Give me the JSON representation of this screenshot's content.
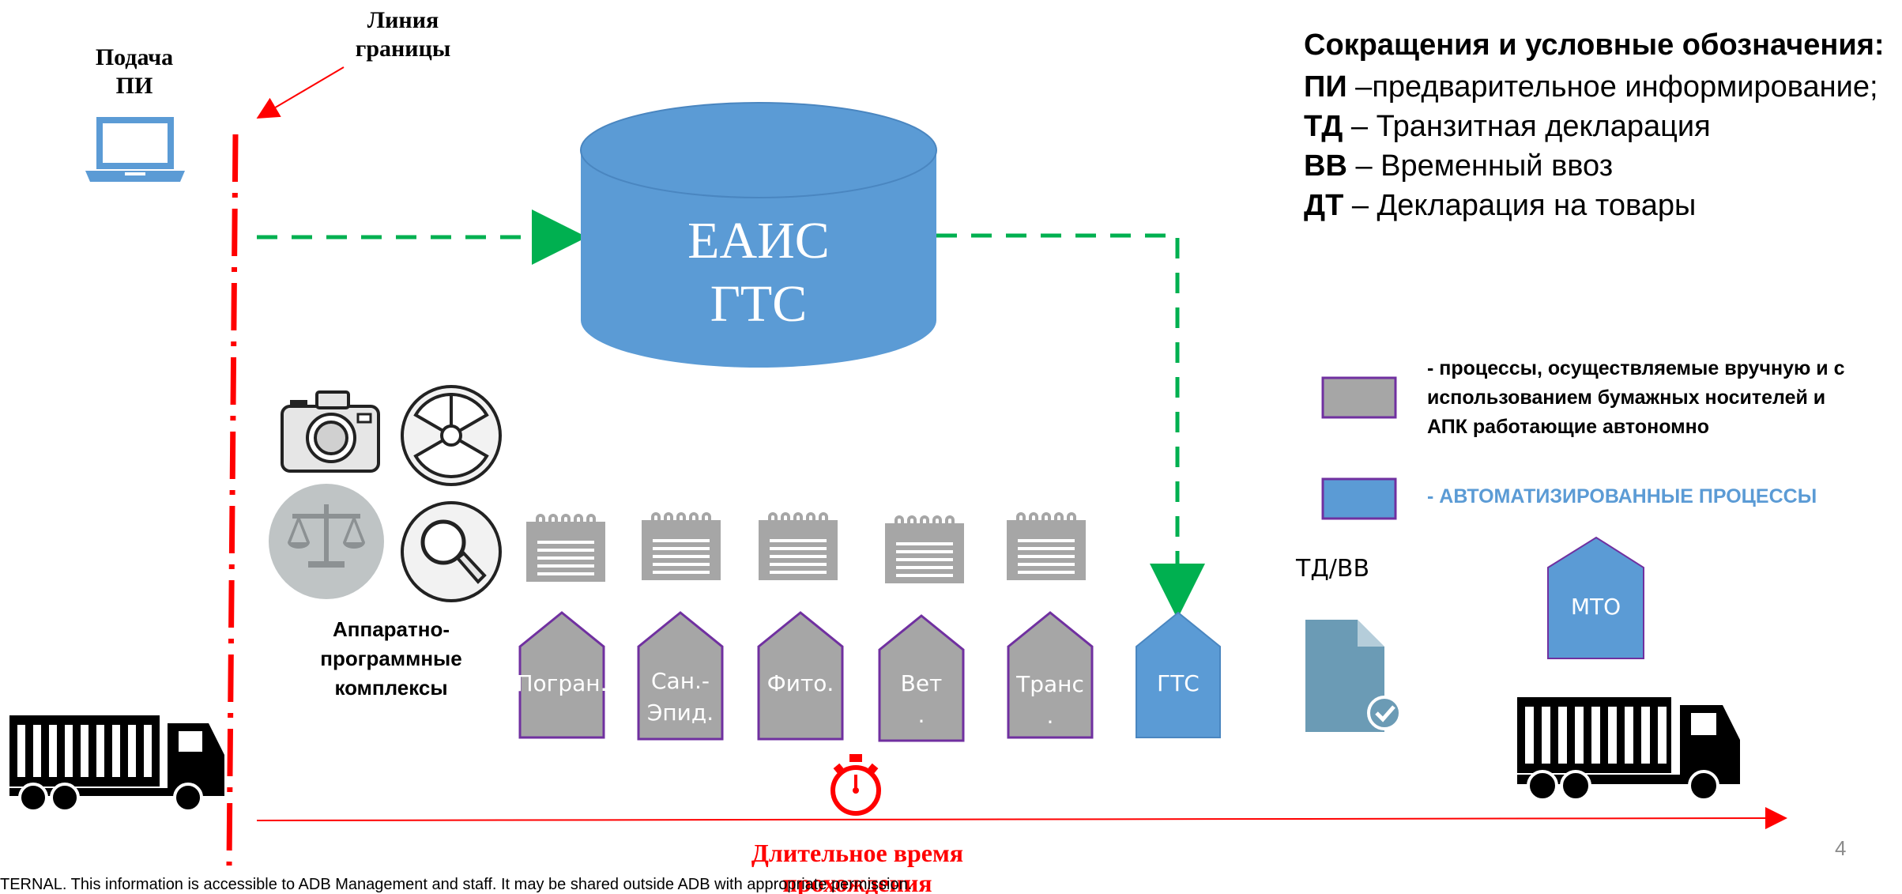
{
  "submit_label": "Подача ПИ",
  "submit_label_lines": [
    "Подача",
    "ПИ"
  ],
  "border_line_label_lines": [
    "Линия",
    "границы"
  ],
  "database_lines": [
    "ЕАИС",
    "ГТС"
  ],
  "legend": {
    "title": "Сокращения и условные обозначения:",
    "items": [
      {
        "abbr": "ПИ",
        "text": " –предварительное информирование;"
      },
      {
        "abbr": "ТД",
        "text": " – Транзитная декларация"
      },
      {
        "abbr": "ВВ",
        "text": " – Временный ввоз"
      },
      {
        "abbr": "ДТ",
        "text": " – Декларация на товары"
      }
    ]
  },
  "key": {
    "manual_lines": [
      "- процессы, осуществляемые вручную и с",
      "использованием бумажных носителей и",
      "АПК работающие автономно"
    ],
    "automated": "- АВТОМАТИЗИРОВАННЫЕ ПРОЦЕССЫ"
  },
  "apk_label_lines": [
    "Аппаратно-",
    "программные",
    "комплексы"
  ],
  "processes": [
    {
      "lines": [
        "Погран."
      ],
      "kind": "manual"
    },
    {
      "lines": [
        "Сан.-",
        "Эпид."
      ],
      "kind": "manual"
    },
    {
      "lines": [
        "Фито."
      ],
      "kind": "manual"
    },
    {
      "lines": [
        "Вет",
        "."
      ],
      "kind": "manual"
    },
    {
      "lines": [
        "Транс",
        "."
      ],
      "kind": "manual"
    },
    {
      "lines": [
        "ГТС"
      ],
      "kind": "automated"
    }
  ],
  "td_vv_label": "ТД/ВВ",
  "mto_label": "МТО",
  "duration_lines": [
    "Длительное время",
    "прохождения"
  ],
  "page_number": "4",
  "footer": "TERNAL. This information is accessible to ADB Management and staff. It may be shared outside ADB with appropriate permission.",
  "colors": {
    "manual_fill": "#a6a6a6",
    "manual_border": "#7030a0",
    "automated_fill": "#5b9bd5",
    "border_line": "#ff0000",
    "data_flow": "#00b050",
    "key_automated_text": "#5b9bd5",
    "duration_text": "#ff0000"
  },
  "icons": [
    "laptop-icon",
    "camera-icon",
    "radiation-icon",
    "scales-icon",
    "magnifier-icon",
    "notepad-icon",
    "document-check-icon",
    "stopwatch-icon",
    "truck-icon"
  ]
}
